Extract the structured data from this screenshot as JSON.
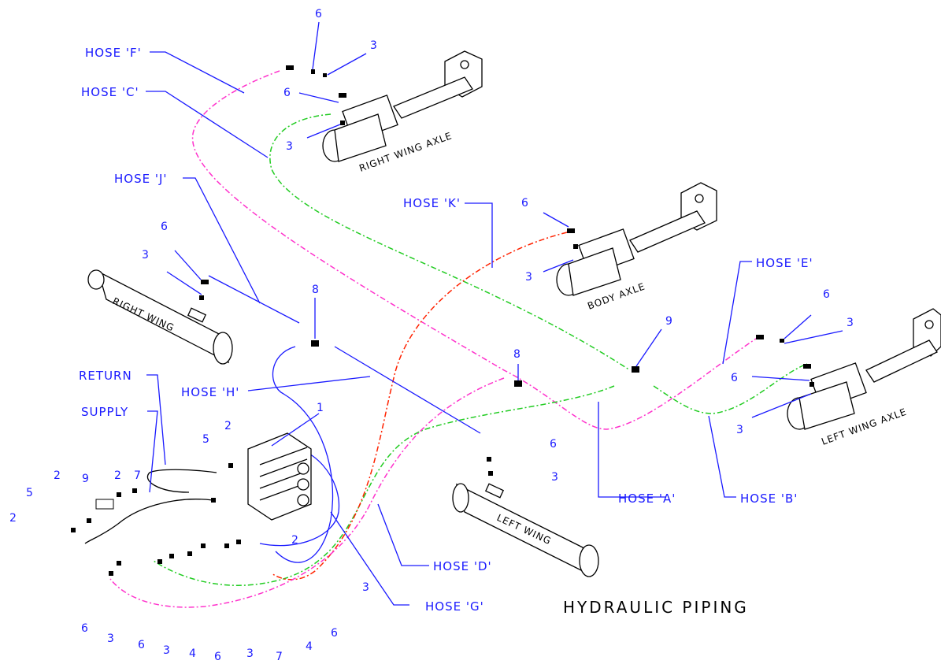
{
  "diagram": {
    "title": "HYDRAULIC PIPING",
    "hose_labels": {
      "f": "HOSE 'F'",
      "c": "HOSE 'C'",
      "j": "HOSE 'J'",
      "k": "HOSE 'K'",
      "e": "HOSE 'E'",
      "h": "HOSE 'H'",
      "a": "HOSE 'A'",
      "b": "HOSE 'B'",
      "d": "HOSE 'D'",
      "g": "HOSE 'G'"
    },
    "line_labels": {
      "return": "RETURN",
      "supply": "SUPPLY"
    },
    "component_labels": {
      "right_wing_axle": "RIGHT WING AXLE",
      "body_axle": "BODY AXLE",
      "left_wing_axle": "LEFT WING AXLE",
      "right_wing": "RIGHT WING",
      "left_wing": "LEFT WING"
    },
    "part_numbers": {
      "rwa_6a": "6",
      "rwa_3a": "3",
      "rwa_6b": "6",
      "rwa_3b": "3",
      "ba_6": "6",
      "ba_3": "3",
      "lwa_6a": "6",
      "lwa_3a": "3",
      "lwa_6b": "6",
      "lwa_3b": "3",
      "rw_6": "6",
      "rw_3": "3",
      "tee_right_8": "8",
      "tee_center_8": "8",
      "tee_left_9": "9",
      "lw_6": "6",
      "lw_3": "3",
      "valve_1": "1",
      "v_5": "5",
      "v_2a": "2",
      "s_7": "7",
      "s_2a": "2",
      "s_9": "9",
      "s_2b": "2",
      "s_5": "5",
      "s_2c": "2",
      "v_2b": "2",
      "v_3r": "3",
      "b_6a": "6",
      "b_3a": "3",
      "b_6b": "6",
      "b_3b": "3",
      "b_4a": "4",
      "b_6c": "6",
      "b_3c": "3",
      "b_7": "7",
      "b_4b": "4",
      "b_6d": "6"
    }
  }
}
